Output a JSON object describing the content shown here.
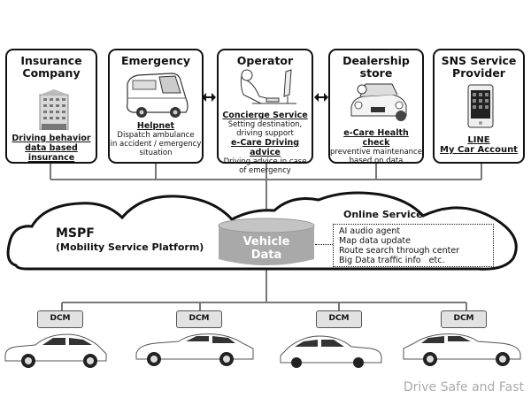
{
  "boxes": [
    {
      "title_line1": "Insurance",
      "title_line2": "Company",
      "icon": "office-building-icon",
      "link_lines": [
        "Driving behavior",
        "data based",
        "insurance"
      ]
    },
    {
      "title_line1": "Emergency",
      "icon": "ambulance-icon",
      "link": "Helpnet",
      "desc_lines": [
        "Dispatch ambulance",
        "in accident / emergency",
        "situation"
      ]
    },
    {
      "title_line1": "Operator",
      "icon": "operator-person-icon",
      "link": "Concierge Service",
      "desc_lines": [
        "Setting destination,",
        "driving support"
      ],
      "link2": "e-Care Driving advice",
      "desc2_lines": [
        "Driving advice in case",
        "of emergency"
      ]
    },
    {
      "title_line1": "Dealership",
      "title_line2": "store",
      "icon": "mechanic-car-icon",
      "link": "e-Care Health check",
      "desc_lines": [
        "preventive maintenance",
        "based on data"
      ]
    },
    {
      "title_line1": "SNS Service",
      "title_line2": "Provider",
      "icon": "smartphone-icon",
      "link_lines": [
        "LINE",
        "My Car Account"
      ]
    }
  ],
  "platform": {
    "title": "MSPF",
    "subtitle": "(Mobility Service Platform)",
    "database_line1": "Vehicle",
    "database_line2": "Data"
  },
  "online_service": {
    "title": "Online Service",
    "items": [
      "AI audio agent",
      "Map data update",
      "Route search through center",
      "Big Data traffic info   etc."
    ]
  },
  "vehicles": [
    {
      "module": "DCM",
      "type": "hatchback-car-icon"
    },
    {
      "module": "DCM",
      "type": "sedan-car-icon"
    },
    {
      "module": "DCM",
      "type": "hatchback-car-icon"
    },
    {
      "module": "DCM",
      "type": "sedan-car-icon"
    }
  ],
  "watermark": "Drive Safe and Fast",
  "colors": {
    "line": "#777777",
    "database": "#a9a9a9",
    "dcm_fill": "#e2e2e2"
  }
}
